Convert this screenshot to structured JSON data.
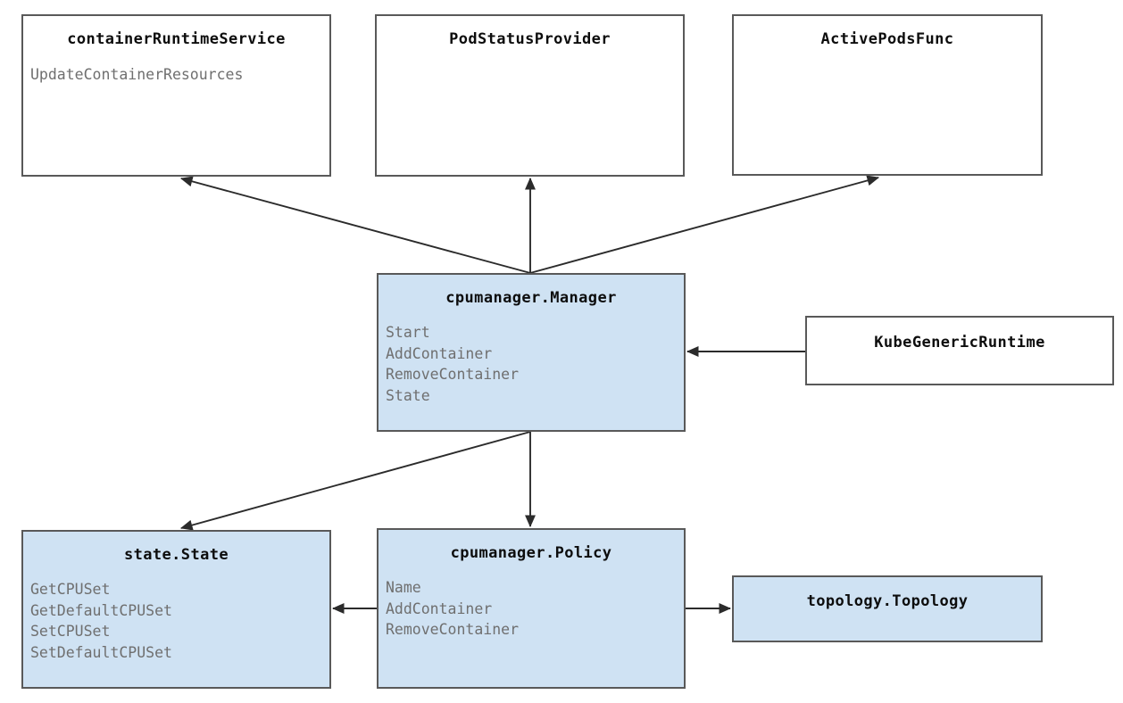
{
  "diagram": {
    "kind": "uml-class-diagram",
    "colors": {
      "node_fill_highlight": "#cfe2f3",
      "node_fill_plain": "#ffffff",
      "node_border": "#595959",
      "title_text": "#0d0d0d",
      "method_text": "#6f6f6f",
      "edge_stroke": "#2b2b2b",
      "canvas_background": "#ffffff"
    },
    "nodes": [
      {
        "id": "container-runtime-service",
        "title": "containerRuntimeService",
        "methods": [
          "UpdateContainerResources"
        ],
        "filled": false
      },
      {
        "id": "pod-status-provider",
        "title": "PodStatusProvider",
        "methods": [],
        "filled": false
      },
      {
        "id": "active-pods-func",
        "title": "ActivePodsFunc",
        "methods": [],
        "filled": false
      },
      {
        "id": "cpumanager-manager",
        "title": "cpumanager.Manager",
        "methods": [
          "Start",
          "AddContainer",
          "RemoveContainer",
          "State"
        ],
        "filled": true
      },
      {
        "id": "kube-generic-runtime",
        "title": "KubeGenericRuntime",
        "methods": [],
        "filled": false
      },
      {
        "id": "state-state",
        "title": "state.State",
        "methods": [
          "GetCPUSet",
          "GetDefaultCPUSet",
          "SetCPUSet",
          "SetDefaultCPUSet"
        ],
        "filled": true
      },
      {
        "id": "cpumanager-policy",
        "title": "cpumanager.Policy",
        "methods": [
          "Name",
          "AddContainer",
          "RemoveContainer"
        ],
        "filled": true
      },
      {
        "id": "topology-topology",
        "title": "topology.Topology",
        "methods": [],
        "filled": true
      }
    ],
    "edges": [
      {
        "id": "manager-to-container-runtime-service",
        "from": "cpumanager-manager",
        "to": "container-runtime-service",
        "arrow": "to"
      },
      {
        "id": "manager-to-pod-status-provider",
        "from": "cpumanager-manager",
        "to": "pod-status-provider",
        "arrow": "to"
      },
      {
        "id": "manager-to-active-pods-func",
        "from": "cpumanager-manager",
        "to": "active-pods-func",
        "arrow": "to"
      },
      {
        "id": "kube-generic-runtime-to-manager",
        "from": "kube-generic-runtime",
        "to": "cpumanager-manager",
        "arrow": "to"
      },
      {
        "id": "manager-to-state-state",
        "from": "cpumanager-manager",
        "to": "state-state",
        "arrow": "to"
      },
      {
        "id": "manager-to-policy",
        "from": "cpumanager-manager",
        "to": "cpumanager-policy",
        "arrow": "to"
      },
      {
        "id": "policy-to-state-state",
        "from": "cpumanager-policy",
        "to": "state-state",
        "arrow": "to"
      },
      {
        "id": "policy-to-topology",
        "from": "cpumanager-policy",
        "to": "topology-topology",
        "arrow": "to"
      }
    ]
  }
}
